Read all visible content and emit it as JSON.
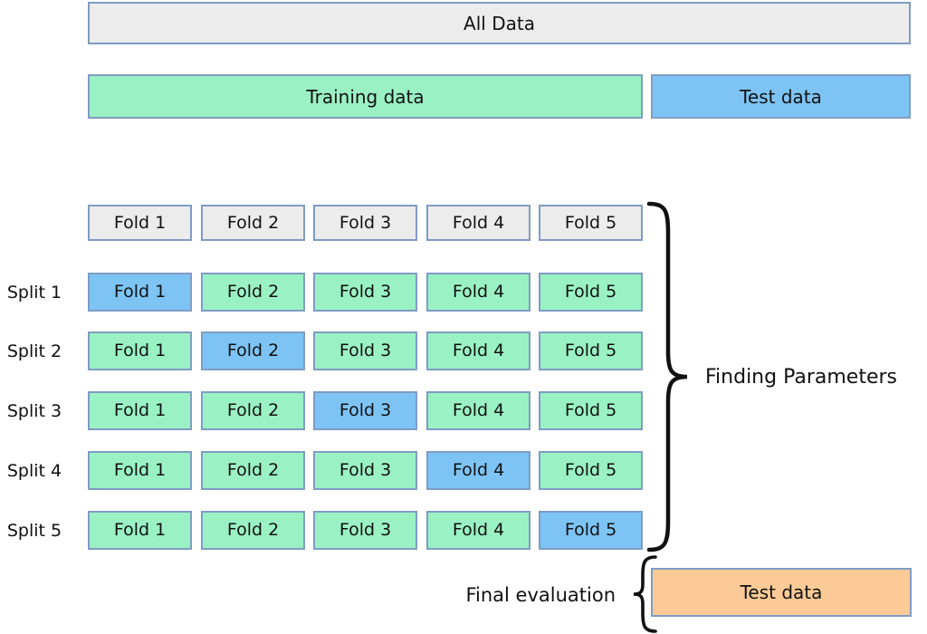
{
  "palette": {
    "gray": "#ececec",
    "green": "#9af2c4",
    "blue": "#7dc4f5",
    "orange": "#fcca96",
    "border": "#7f9cc4",
    "text": "#111111",
    "brace": "#111111"
  },
  "top": {
    "all_data_label": "All Data",
    "training_label": "Training data",
    "test_label": "Test data"
  },
  "cv": {
    "header_folds": [
      "Fold 1",
      "Fold 2",
      "Fold 3",
      "Fold 4",
      "Fold 5"
    ],
    "splits": [
      {
        "label": "Split 1",
        "test_index": 0,
        "folds": [
          "Fold 1",
          "Fold 2",
          "Fold 3",
          "Fold 4",
          "Fold 5"
        ]
      },
      {
        "label": "Split 2",
        "test_index": 1,
        "folds": [
          "Fold 1",
          "Fold 2",
          "Fold 3",
          "Fold 4",
          "Fold 5"
        ]
      },
      {
        "label": "Split 3",
        "test_index": 2,
        "folds": [
          "Fold 1",
          "Fold 2",
          "Fold 3",
          "Fold 4",
          "Fold 5"
        ]
      },
      {
        "label": "Split 4",
        "test_index": 3,
        "folds": [
          "Fold 1",
          "Fold 2",
          "Fold 3",
          "Fold 4",
          "Fold 5"
        ]
      },
      {
        "label": "Split 5",
        "test_index": 4,
        "folds": [
          "Fold 1",
          "Fold 2",
          "Fold 3",
          "Fold 4",
          "Fold 5"
        ]
      }
    ],
    "brace_label": "Finding Parameters"
  },
  "final": {
    "label": "Final evaluation",
    "test_label": "Test data"
  }
}
